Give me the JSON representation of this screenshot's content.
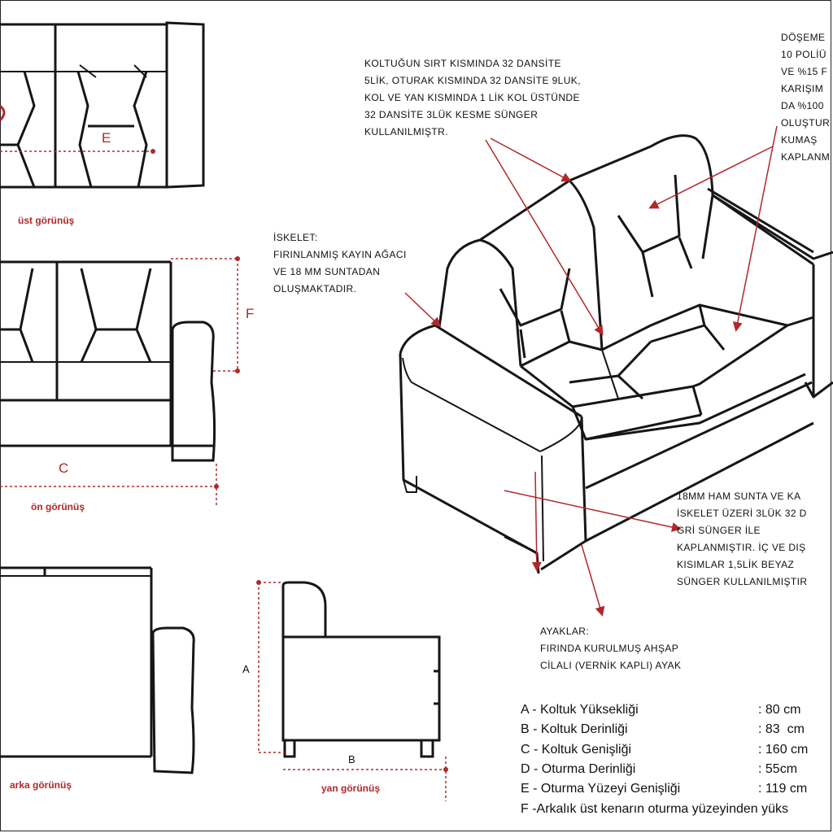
{
  "views": {
    "top": "üst görünüş",
    "front": "ön görünüş",
    "back": "arka görünüş",
    "side": "yan görünüş"
  },
  "dim_letters": {
    "A": "A",
    "B": "B",
    "C": "C",
    "E": "E",
    "F": "F"
  },
  "notes": {
    "backrest_foam": "KOLTUĞUN SIRT KISMINDA 32 DANSİTE\n5LİK, OTURAK KISMINDA 32 DANSİTE 9LUK,\nKOL VE YAN KISMINDA 1 LİK KOL ÜSTÜNDE\n32 DANSİTE 3LÜK KESME SÜNGER\nKULLANILMIŞTR.",
    "upholstery": "DÖŞEME\n10 POLİÜ\nVE %15 F\nKARIŞIM\nDA %100\nOLUŞTUR\nKUMAŞ\nKAPLANM",
    "frame": "İSKELET:\nFIRINLANMIŞ KAYIN AĞACI\nVE 18 MM SUNTADAN\nOLUŞMAKTADIR.",
    "chipboard": "18MM HAM SUNTA VE KA\nİSKELET ÜZERİ 3LÜK 32 D\nGRİ SÜNGER İLE\nKAPLANMIŞTIR. İÇ VE DIŞ\nKISIMLAR 1,5LİK BEYAZ\nSÜNGER KULLANILMIŞTIR",
    "legs": "AYAKLAR:\nFIRINDA KURULMUŞ AHŞAP\nCİLALI (VERNİK KAPLI) AYAK"
  },
  "specs": [
    {
      "name": "A - Koltuk Yüksekliği",
      "value": ": 80 cm"
    },
    {
      "name": "B - Koltuk Derinliği",
      "value": ": 83  cm"
    },
    {
      "name": "C - Koltuk Genişliği",
      "value": ": 160 cm"
    },
    {
      "name": "D - Oturma Derinliği",
      "value": ": 55cm"
    },
    {
      "name": "E - Oturma Yüzeyi Genişliği",
      "value": ": 119 cm"
    },
    {
      "name": "F -Arkalık üst kenarın oturma yüzeyinden yüks",
      "value": ""
    }
  ],
  "colors": {
    "line": "#161616",
    "accent": "#b0282a"
  }
}
